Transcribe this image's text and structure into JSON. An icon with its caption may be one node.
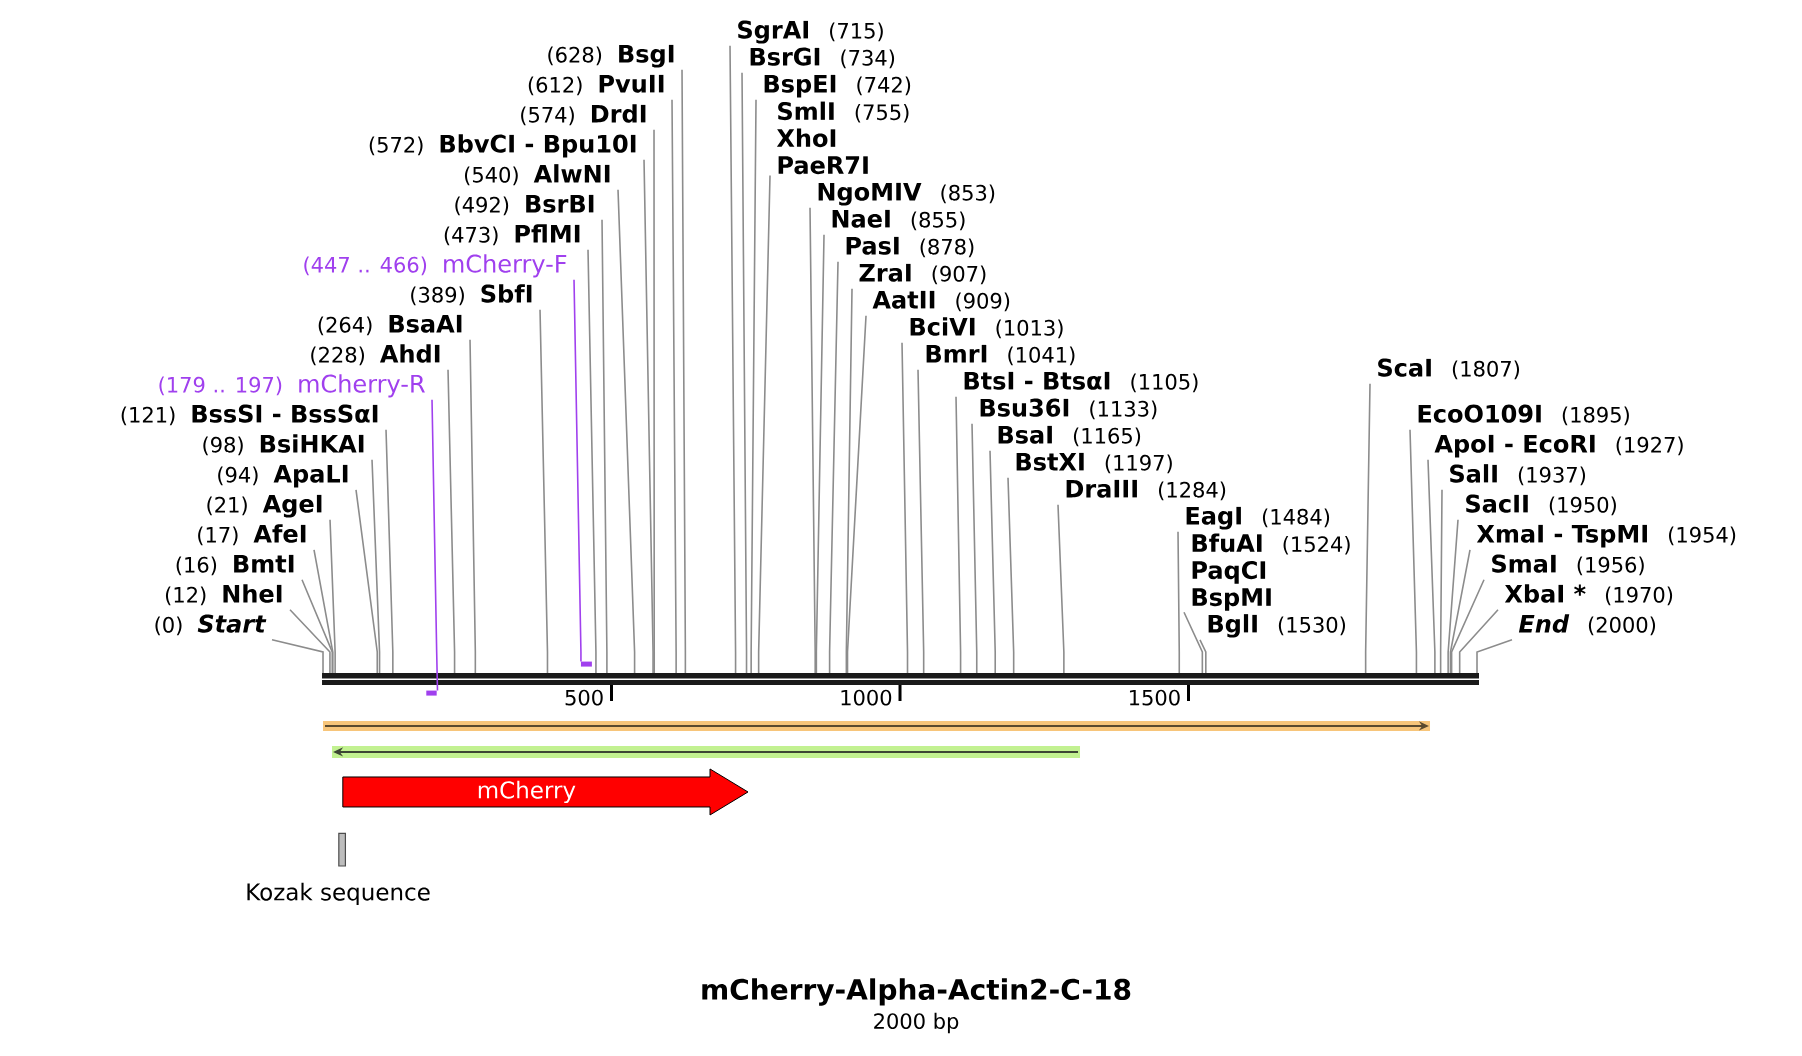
{
  "diagram": {
    "title": "mCherry-Alpha-Actin2-C-18",
    "caption": "2000 bp",
    "nodes": [
      {
        "text": [
          "(0)",
          "Start"
        ]
      },
      {
        "text": [
          "(12)",
          "NheI"
        ]
      },
      {
        "text": [
          "(16)",
          "BmtI"
        ]
      },
      {
        "text": [
          "(17)",
          "AfeI"
        ]
      },
      {
        "text": [
          "(21)",
          "AgeI"
        ]
      },
      {
        "text": [
          "(94)",
          "ApaLI"
        ]
      },
      {
        "text": [
          "(98)",
          "BsiHKAI"
        ]
      },
      {
        "text": [
          "(121)",
          "BssSI - BssSαI"
        ]
      },
      {
        "text": [
          "(179 .. 197)",
          "mCherry-R"
        ]
      },
      {
        "text": [
          "(228)",
          "AhdI"
        ]
      },
      {
        "text": [
          "(264)",
          "BsaAI"
        ]
      },
      {
        "text": [
          "(389)",
          "SbfI"
        ]
      },
      {
        "text": [
          "(447 .. 466)",
          "mCherry-F"
        ]
      },
      {
        "text": [
          "(473)",
          "PflMI"
        ]
      },
      {
        "text": [
          "(492)",
          "BsrBI"
        ]
      },
      {
        "text": [
          "(540)",
          "AlwNI"
        ]
      },
      {
        "text": [
          "(572)",
          "BbvCI - Bpu10I"
        ]
      },
      {
        "text": [
          "(574)",
          "DrdI"
        ]
      },
      {
        "text": [
          "(612)",
          "PvuII"
        ]
      },
      {
        "text": [
          "(628)",
          "BsgI"
        ]
      },
      {
        "text": [
          "SgrAI",
          "(715)"
        ]
      },
      {
        "text": [
          "BsrGI",
          "(734)"
        ]
      },
      {
        "text": [
          "BspEI",
          "(742)"
        ]
      },
      {
        "text": [
          "SmlI",
          "(755)",
          "XhoI",
          "PaeR7I"
        ]
      },
      {
        "text": [
          "NgoMIV",
          "(853)"
        ]
      },
      {
        "text": [
          "NaeI",
          "(855)"
        ]
      },
      {
        "text": [
          "PasI",
          "(878)"
        ]
      },
      {
        "text": [
          "ZraI",
          "(907)"
        ]
      },
      {
        "text": [
          "AatII",
          "(909)"
        ]
      },
      {
        "text": [
          "BciVI",
          "(1013)"
        ]
      },
      {
        "text": [
          "BmrI",
          "(1041)"
        ]
      },
      {
        "text": [
          "BtsI - BtsαI",
          "(1105)"
        ]
      },
      {
        "text": [
          "Bsu36I",
          "(1133)"
        ]
      },
      {
        "text": [
          "BsaI",
          "(1165)"
        ]
      },
      {
        "text": [
          "BstXI",
          "(1197)"
        ]
      },
      {
        "text": [
          "DraIII",
          "(1284)"
        ]
      },
      {
        "text": [
          "EagI",
          "(1484)"
        ]
      },
      {
        "text": [
          "BfuAI",
          "(1524)",
          "PaqCI",
          "BspMI"
        ]
      },
      {
        "text": [
          "BglI",
          "(1530)"
        ]
      },
      {
        "text": [
          "ScaI",
          "(1807)"
        ]
      },
      {
        "text": [
          "EcoO109I",
          "(1895)"
        ]
      },
      {
        "text": [
          "ApoI - EcoRI",
          "(1927)"
        ]
      },
      {
        "text": [
          "SalI",
          "(1937)"
        ]
      },
      {
        "text": [
          "SacII",
          "(1950)"
        ]
      },
      {
        "text": [
          "XmaI - TspMI",
          "(1954)"
        ]
      },
      {
        "text": [
          "SmaI",
          "(1956)"
        ]
      },
      {
        "text": [
          "XbaI *",
          "(1970)"
        ]
      },
      {
        "text": [
          "End",
          "(2000)"
        ]
      },
      {
        "text": [],
        "shape": "bar"
      },
      {
        "text": [],
        "shape": "bar"
      },
      {
        "text": [],
        "shape": "bar"
      },
      {
        "text": [],
        "shape": "arrow"
      },
      {
        "text": [],
        "shape": "arrow"
      },
      {
        "text": [
          "mCherry"
        ]
      },
      {
        "text": [],
        "shape": "box",
        "beside": [
          "Kozak sequence"
        ]
      }
    ],
    "edges": [
      {
        "from": 0,
        "to": 48,
        "arrow": "none"
      },
      {
        "from": 1,
        "to": 48,
        "arrow": "none"
      },
      {
        "from": 2,
        "to": 48,
        "arrow": "none"
      },
      {
        "from": 3,
        "to": 48,
        "arrow": "none"
      },
      {
        "from": 4,
        "to": 48,
        "arrow": "none"
      },
      {
        "from": 5,
        "to": 48,
        "arrow": "none"
      },
      {
        "from": 6,
        "to": 48,
        "arrow": "none"
      },
      {
        "from": 7,
        "to": 48,
        "arrow": "none"
      },
      {
        "from": 8,
        "to": 49,
        "arrow": "none",
        "color": "#a040ee"
      },
      {
        "from": 9,
        "to": 48,
        "arrow": "none"
      },
      {
        "from": 10,
        "to": 48,
        "arrow": "none"
      },
      {
        "from": 11,
        "to": 48,
        "arrow": "none"
      },
      {
        "from": 12,
        "to": 50,
        "arrow": "none",
        "color": "#a040ee"
      },
      {
        "from": 13,
        "to": 48,
        "arrow": "none"
      },
      {
        "from": 14,
        "to": 48,
        "arrow": "none"
      },
      {
        "from": 15,
        "to": 48,
        "arrow": "none"
      },
      {
        "from": 16,
        "to": 48,
        "arrow": "none"
      },
      {
        "from": 17,
        "to": 48,
        "arrow": "none"
      },
      {
        "from": 18,
        "to": 48,
        "arrow": "none"
      },
      {
        "from": 19,
        "to": 48,
        "arrow": "none"
      },
      {
        "from": 20,
        "to": 48,
        "arrow": "none"
      },
      {
        "from": 21,
        "to": 48,
        "arrow": "none"
      },
      {
        "from": 22,
        "to": 48,
        "arrow": "none"
      },
      {
        "from": 23,
        "to": 48,
        "arrow": "none"
      },
      {
        "from": 24,
        "to": 48,
        "arrow": "none"
      },
      {
        "from": 25,
        "to": 48,
        "arrow": "none"
      },
      {
        "from": 26,
        "to": 48,
        "arrow": "none"
      },
      {
        "from": 27,
        "to": 48,
        "arrow": "none"
      },
      {
        "from": 28,
        "to": 48,
        "arrow": "none"
      },
      {
        "from": 29,
        "to": 48,
        "arrow": "none"
      },
      {
        "from": 30,
        "to": 48,
        "arrow": "none"
      },
      {
        "from": 31,
        "to": 48,
        "arrow": "none"
      },
      {
        "from": 32,
        "to": 48,
        "arrow": "none"
      },
      {
        "from": 33,
        "to": 48,
        "arrow": "none"
      },
      {
        "from": 34,
        "to": 48,
        "arrow": "none"
      },
      {
        "from": 35,
        "to": 48,
        "arrow": "none"
      },
      {
        "from": 36,
        "to": 48,
        "arrow": "none"
      },
      {
        "from": 37,
        "to": 48,
        "arrow": "none"
      },
      {
        "from": 38,
        "to": 48,
        "arrow": "none"
      },
      {
        "from": 39,
        "to": 48,
        "arrow": "none"
      },
      {
        "from": 40,
        "to": 48,
        "arrow": "none"
      },
      {
        "from": 41,
        "to": 48,
        "arrow": "none"
      },
      {
        "from": 42,
        "to": 48,
        "arrow": "none"
      },
      {
        "from": 43,
        "to": 48,
        "arrow": "none"
      },
      {
        "from": 44,
        "to": 48,
        "arrow": "none"
      },
      {
        "from": 45,
        "to": 48,
        "arrow": "none"
      },
      {
        "from": 46,
        "to": 48,
        "arrow": "none"
      },
      {
        "from": 47,
        "to": 48,
        "arrow": "none"
      }
    ],
    "labels": [
      "500",
      "1000",
      "1500"
    ]
  }
}
